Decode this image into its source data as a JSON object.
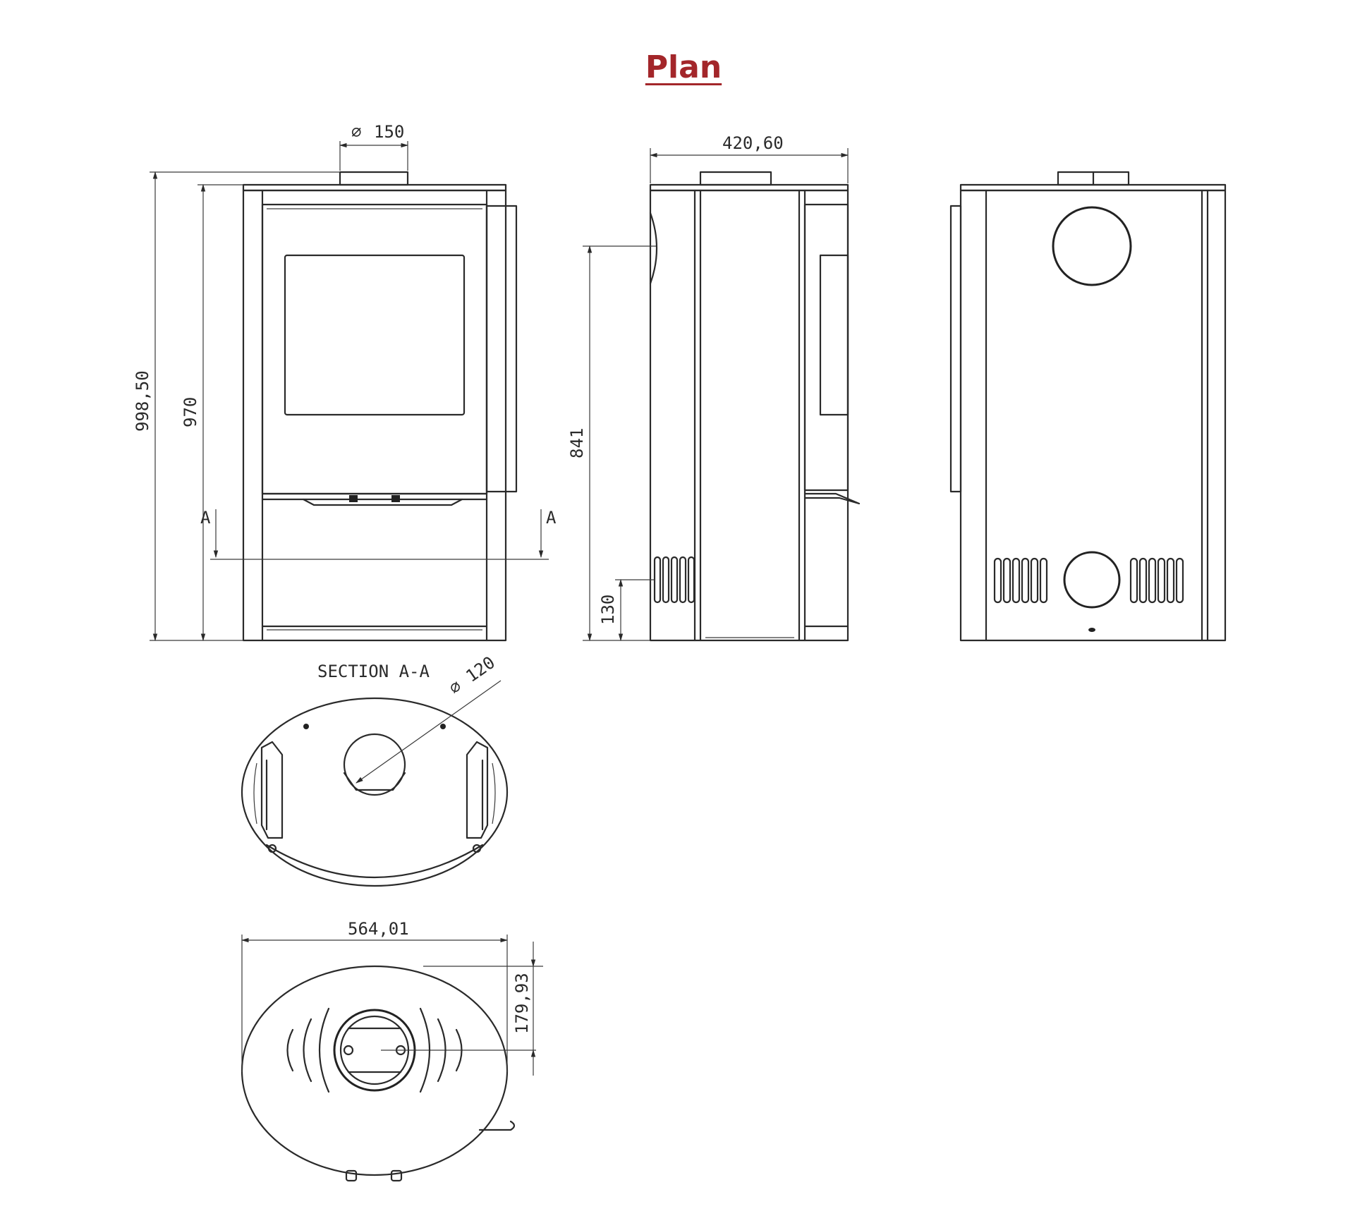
{
  "page": {
    "title": "Plan",
    "accent_color": "#a3262a"
  },
  "dimensions": {
    "flue_diameter_top": "150",
    "overall_height": "998,50",
    "body_height": "970",
    "side_width": "420,60",
    "rear_outlet_height": "841",
    "air_inlet_height": "130",
    "section_air_diameter": "120",
    "top_width": "564,01",
    "flue_offset_depth": "179,93"
  },
  "labels": {
    "section_mark_left": "A",
    "section_mark_right": "A",
    "section_title": "SECTION A-A",
    "diameter_symbol": "∅"
  }
}
